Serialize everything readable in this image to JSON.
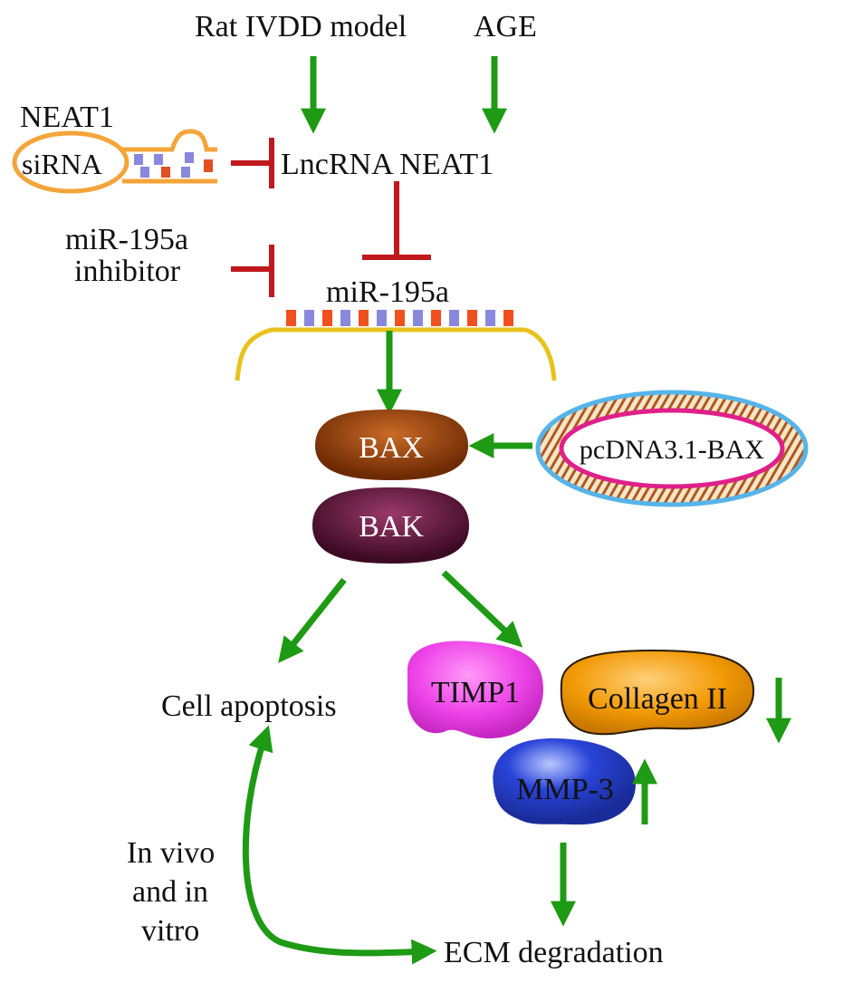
{
  "labels": {
    "rat_ivdd_model": "Rat IVDD model",
    "age": "AGE",
    "neat1": "NEAT1",
    "sirna": "siRNA",
    "lncrna_neat1": "LncRNA NEAT1",
    "mir195a_inhibitor_line1": "miR-195a",
    "mir195a_inhibitor_line2": "inhibitor",
    "mir195a": "miR-195a",
    "bax": "BAX",
    "pcdna_bax": "pcDNA3.1-BAX",
    "bak": "BAK",
    "cell_apoptosis": "Cell apoptosis",
    "timp1": "TIMP1",
    "collagen_ii": "Collagen II",
    "mmp3": "MMP-3",
    "in_vivo_line1": "In vivo",
    "in_vivo_line2": "and in",
    "in_vivo_line3": "vitro",
    "ecm_degradation": "ECM degradation"
  },
  "colors": {
    "activation_arrow": "#1e9a14",
    "inhibition": "#c0181c",
    "bax": "#8a3a08",
    "bak": "#5c1236",
    "timp1": "#ee44e8",
    "collagen_ii": "#f29a06",
    "mmp3": "#2a44d8",
    "rna_strand": "#f3a53a",
    "plasmid_outer": "#56b4e9",
    "plasmid_inner": "#e0208a"
  }
}
